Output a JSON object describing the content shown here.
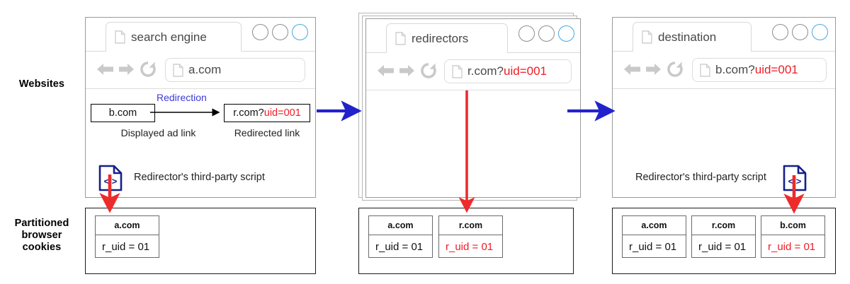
{
  "row_labels": {
    "websites": "Websites",
    "cookies_line1": "Partitioned",
    "cookies_line2": "browser",
    "cookies_line3": "cookies"
  },
  "panels": [
    {
      "id": "search-engine",
      "tab_title": "search engine",
      "url_prefix": "a.com",
      "url_uid": "",
      "ad_link": "b.com",
      "ad_caption": "Displayed ad link",
      "redirect_label": "Redirection",
      "redirected_prefix": "r.com?",
      "redirected_uid": "uid=001",
      "redirected_caption": "Redirected link",
      "script_note": "Redirector's third-party script",
      "script_icon": "code-file-icon",
      "cookies": [
        {
          "domain": "a.com",
          "value": "r_uid = 01",
          "highlight": false
        }
      ]
    },
    {
      "id": "redirectors",
      "tab_title": "redirectors",
      "url_prefix": "r.com?",
      "url_uid": "uid=001",
      "cookies": [
        {
          "domain": "a.com",
          "value": "r_uid = 01",
          "highlight": false
        },
        {
          "domain": "r.com",
          "value": "r_uid = 01",
          "highlight": true
        }
      ]
    },
    {
      "id": "destination",
      "tab_title": "destination",
      "url_prefix": "b.com?",
      "url_uid": "uid=001",
      "script_note": "Redirector's third-party script",
      "script_icon": "code-file-icon",
      "cookies": [
        {
          "domain": "a.com",
          "value": "r_uid = 01",
          "highlight": false
        },
        {
          "domain": "r.com",
          "value": "r_uid = 01",
          "highlight": false
        },
        {
          "domain": "b.com",
          "value": "r_uid = 01",
          "highlight": true
        }
      ]
    }
  ],
  "colors": {
    "blue_arrow": "#2222cc",
    "red_arrow": "#ee2b2b",
    "uid_red": "#ee1c25",
    "redirection_blue": "#3b3bdb",
    "tab_blue_circle": "#49a7e0",
    "script_navy": "#13208a"
  },
  "icons": {
    "back": "back-arrow-icon",
    "forward": "forward-arrow-icon",
    "reload": "reload-icon",
    "page": "page-icon",
    "window_buttons": [
      "window-button-1",
      "window-button-2",
      "window-button-active"
    ]
  }
}
